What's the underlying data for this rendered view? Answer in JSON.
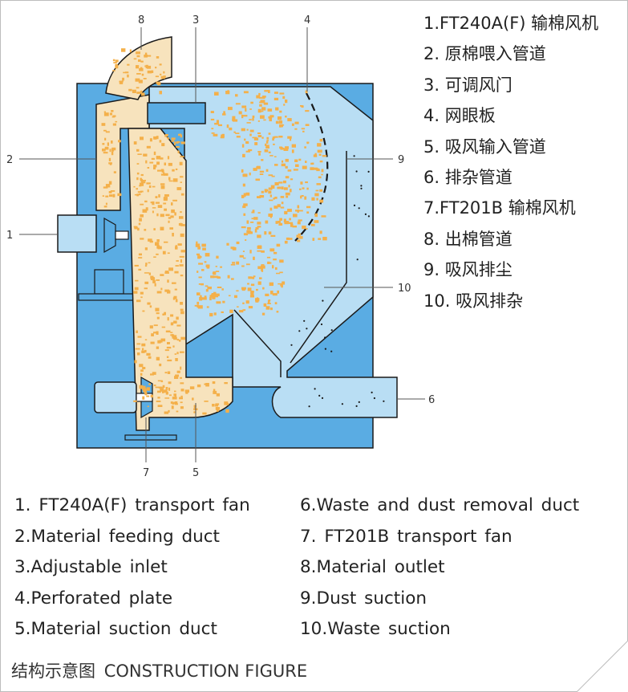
{
  "colors": {
    "housing_blue": "#5aace3",
    "chamber_light_blue": "#b9def4",
    "fiber_orange": "#f4b04a",
    "duct_fill": "#f7e3bd",
    "outline": "#1a1a1a"
  },
  "callouts": [
    "1",
    "2",
    "3",
    "4",
    "5",
    "6",
    "7",
    "8",
    "9",
    "10"
  ],
  "legend_cn": [
    "1.FT240A(F) 输棉风机",
    "2. 原棉喂入管道",
    "3. 可调风门",
    "4. 网眼板",
    "5. 吸风输入管道",
    "6. 排杂管道",
    "7.FT201B 输棉风机",
    "8. 出棉管道",
    "9. 吸风排尘",
    "10. 吸风排杂"
  ],
  "legend_en_left": [
    "1. FT240A(F) transport fan",
    "2.Material feeding duct",
    "3.Adjustable inlet",
    "4.Perforated plate",
    "5.Material suction duct"
  ],
  "legend_en_right": [
    "6.Waste and dust removal duct",
    "7. FT201B transport fan",
    "8.Material outlet",
    "9.Dust suction",
    "10.Waste suction"
  ],
  "caption": {
    "cn": "结构示意图",
    "en": "CONSTRUCTION FIGURE"
  }
}
